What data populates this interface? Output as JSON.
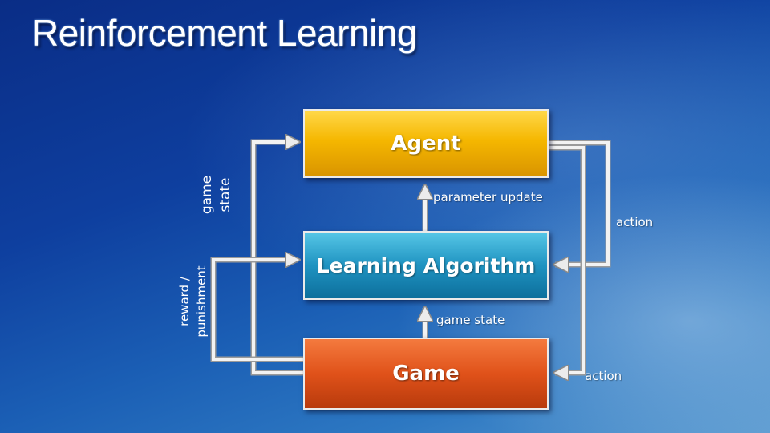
{
  "slide": {
    "title": "Reinforcement Learning"
  },
  "nodes": {
    "agent": "Agent",
    "learning_algorithm": "Learning Algorithm",
    "game": "Game"
  },
  "edge_labels": {
    "parameter_update": "parameter update",
    "game_state_mid": "game state",
    "action_top": "action",
    "action_bottom": "action",
    "game_state_side": [
      "game",
      "state"
    ],
    "reward_punishment": [
      "reward /",
      "punishment"
    ]
  },
  "colors": {
    "agent": "#f5b700",
    "learning_algorithm": "#1f93c1",
    "game": "#e0521a",
    "connector": "#e6e6e6"
  }
}
